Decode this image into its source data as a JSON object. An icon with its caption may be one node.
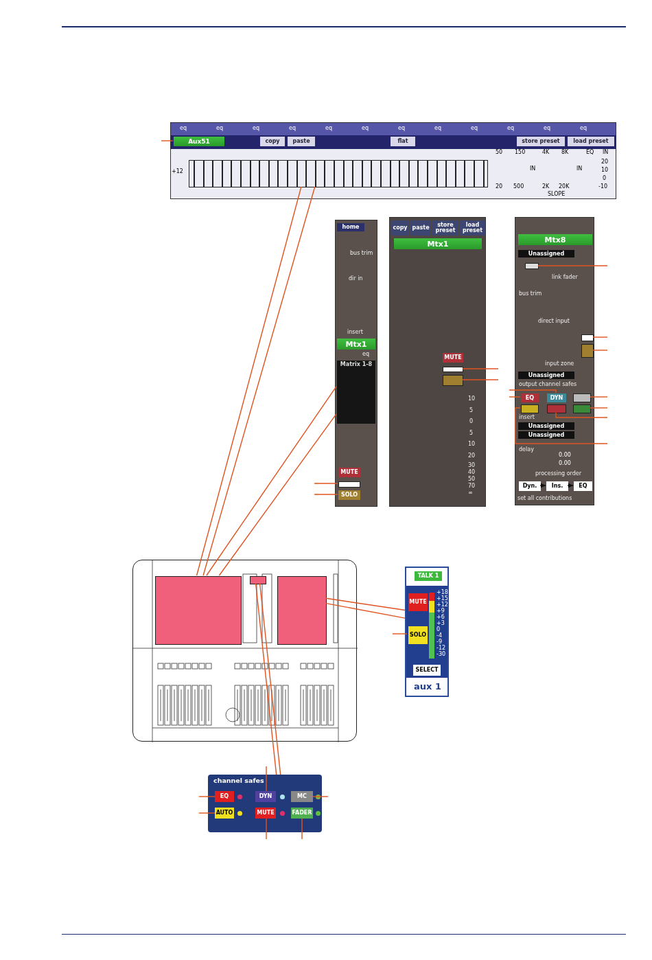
{
  "diagram": {
    "nodes": [
      {
        "text": [],
        "shape": "picture"
      },
      {
        "text": [
          "Aux51"
        ],
        "in": 0
      },
      {
        "text": [
          "copy"
        ],
        "in": 0
      },
      {
        "text": [
          "paste"
        ],
        "in": 0
      },
      {
        "text": [
          "flat"
        ],
        "in": 0
      },
      {
        "text": [
          "store preset"
        ],
        "in": 0
      },
      {
        "text": [
          "load preset"
        ],
        "in": 0
      },
      {
        "text": [],
        "shape": "bar",
        "in": 0
      },
      {
        "text": [],
        "shape": "picture"
      },
      {
        "text": [
          "home"
        ],
        "in": 8
      },
      {
        "text": [
          "Mtx1"
        ],
        "in": 8
      },
      {
        "text": [
          "Matrix 1-8"
        ],
        "in": 8
      },
      {
        "text": [
          "MUTE"
        ],
        "in": 8
      },
      {
        "text": [],
        "shape": "box",
        "in": 8
      },
      {
        "text": [
          "SOLO"
        ],
        "in": 8
      },
      {
        "text": [],
        "shape": "picture"
      },
      {
        "text": [
          "copy"
        ],
        "in": 15
      },
      {
        "text": [
          "paste"
        ],
        "in": 15
      },
      {
        "text": [
          "store preset"
        ],
        "in": 15
      },
      {
        "text": [
          "load preset"
        ],
        "in": 15
      },
      {
        "text": [
          "Mtx1"
        ],
        "in": 15
      },
      {
        "text": [
          "MUTE"
        ],
        "in": 15
      },
      {
        "text": [],
        "shape": "box",
        "in": 15
      },
      {
        "text": [],
        "shape": "box",
        "in": 15
      },
      {
        "text": [],
        "shape": "picture"
      },
      {
        "text": [
          "Mtx8"
        ],
        "in": 24
      },
      {
        "text": [
          "Unassigned"
        ],
        "in": 24
      },
      {
        "text": [],
        "shape": "box",
        "in": 24
      },
      {
        "text": [],
        "shape": "box",
        "in": 24
      },
      {
        "text": [],
        "shape": "box",
        "in": 24
      },
      {
        "text": [
          "Unassigned"
        ],
        "in": 24
      },
      {
        "text": [
          "EQ"
        ],
        "in": 24
      },
      {
        "text": [
          "DYN"
        ],
        "in": 24
      },
      {
        "text": [],
        "shape": "box",
        "in": 24
      },
      {
        "text": [],
        "shape": "box",
        "in": 24
      },
      {
        "text": [],
        "shape": "box",
        "in": 24
      },
      {
        "text": [],
        "shape": "box",
        "in": 24
      },
      {
        "text": [
          "Unassigned"
        ],
        "in": 24
      },
      {
        "text": [
          "Unassigned"
        ],
        "in": 24
      },
      {
        "text": [
          "Dyn."
        ],
        "in": 24
      },
      {
        "text": [
          "Ins."
        ],
        "in": 24
      },
      {
        "text": [
          "EQ"
        ],
        "in": 24
      },
      {
        "text": [],
        "shape": "picture"
      },
      {
        "text": [],
        "shape": "box",
        "in": 42
      },
      {
        "text": [],
        "shape": "box",
        "in": 42
      },
      {
        "text": [],
        "shape": "box",
        "in": 42
      },
      {
        "text": [],
        "shape": "picture"
      },
      {
        "text": [
          "TALK 1"
        ],
        "in": 46
      },
      {
        "text": [
          "MUTE"
        ],
        "in": 46
      },
      {
        "text": [
          "SOLO"
        ],
        "in": 46
      },
      {
        "text": [
          "SELECT"
        ],
        "in": 46
      },
      {
        "text": [
          "channel safes"
        ]
      },
      {
        "text": [
          "EQ"
        ],
        "in": 51
      },
      {
        "text": [
          "DYN"
        ],
        "in": 51
      },
      {
        "text": [
          "MC"
        ],
        "in": 51
      },
      {
        "text": [
          "AUTO"
        ],
        "in": 51
      },
      {
        "text": [
          "MUTE"
        ],
        "in": 51
      },
      {
        "text": [
          "FADER"
        ],
        "in": 51
      }
    ],
    "edges": [
      {
        "from": 7,
        "to": 43,
        "arrow": "none"
      },
      {
        "from": 7,
        "to": 43,
        "arrow": "none"
      },
      {
        "from": 11,
        "to": 43,
        "arrow": "none"
      },
      {
        "from": 11,
        "to": 43,
        "arrow": "none"
      },
      {
        "from": 44,
        "to": 46,
        "arrow": "none"
      },
      {
        "from": 44,
        "to": 46,
        "arrow": "none"
      },
      {
        "from": 45,
        "to": 51,
        "arrow": "none"
      },
      {
        "from": 45,
        "to": 51,
        "arrow": "none"
      },
      {
        "from": null,
        "to": 1,
        "arrow": "none"
      },
      {
        "from": null,
        "to": 13,
        "arrow": "none"
      },
      {
        "from": null,
        "to": 14,
        "arrow": "none"
      },
      {
        "from": null,
        "to": 22,
        "arrow": "none"
      },
      {
        "from": null,
        "to": 23,
        "arrow": "none"
      },
      {
        "from": null,
        "to": 27,
        "arrow": "none"
      },
      {
        "from": null,
        "to": 28,
        "arrow": "none"
      },
      {
        "from": null,
        "to": 29,
        "arrow": "none"
      },
      {
        "from": null,
        "to": 32,
        "arrow": "none"
      },
      {
        "from": null,
        "to": 31,
        "arrow": "none"
      },
      {
        "from": null,
        "to": 33,
        "arrow": "none"
      },
      {
        "from": null,
        "to": 36,
        "arrow": "none"
      },
      {
        "from": null,
        "to": 35,
        "arrow": "none"
      },
      {
        "from": null,
        "to": 34,
        "arrow": "none"
      },
      {
        "from": null,
        "to": 49,
        "arrow": "none"
      },
      {
        "from": null,
        "to": 52,
        "arrow": "none"
      },
      {
        "from": null,
        "to": 55,
        "arrow": "none"
      },
      {
        "from": null,
        "to": 53,
        "arrow": "none"
      },
      {
        "from": null,
        "to": 54,
        "arrow": "none"
      },
      {
        "from": null,
        "to": 56,
        "arrow": "none"
      },
      {
        "from": null,
        "to": 57,
        "arrow": "none"
      },
      {
        "from": 39,
        "to": 40,
        "arrow": "to",
        "color": "#111111"
      },
      {
        "from": 40,
        "to": 41,
        "arrow": "to",
        "color": "#111111"
      }
    ],
    "labels": [
      "eq",
      "eq",
      "eq",
      "eq",
      "eq",
      "eq",
      "eq",
      "eq",
      "eq",
      "eq",
      "eq",
      "eq",
      "+12",
      "50",
      "150",
      "20",
      "500",
      "IN",
      "4K",
      "8K",
      "2K",
      "20K",
      "IN",
      "SLOPE",
      "EQ",
      "IN",
      "20",
      "10",
      "0",
      "-10",
      "bus trim",
      "dir in",
      "insert",
      "eq",
      "10",
      "5",
      "0",
      "5",
      "10",
      "20",
      "30",
      "40",
      "50",
      "70",
      "∞",
      "link fader",
      "bus trim",
      "direct input",
      "input zone",
      "output channel safes",
      "insert",
      "delay",
      "0.00",
      "0.00",
      "processing order",
      "set all contributions",
      "+18",
      "+15",
      "+12",
      "+9",
      "+6",
      "+3",
      "0",
      "-4",
      "-9",
      "-12",
      "-30",
      "aux 1"
    ]
  }
}
